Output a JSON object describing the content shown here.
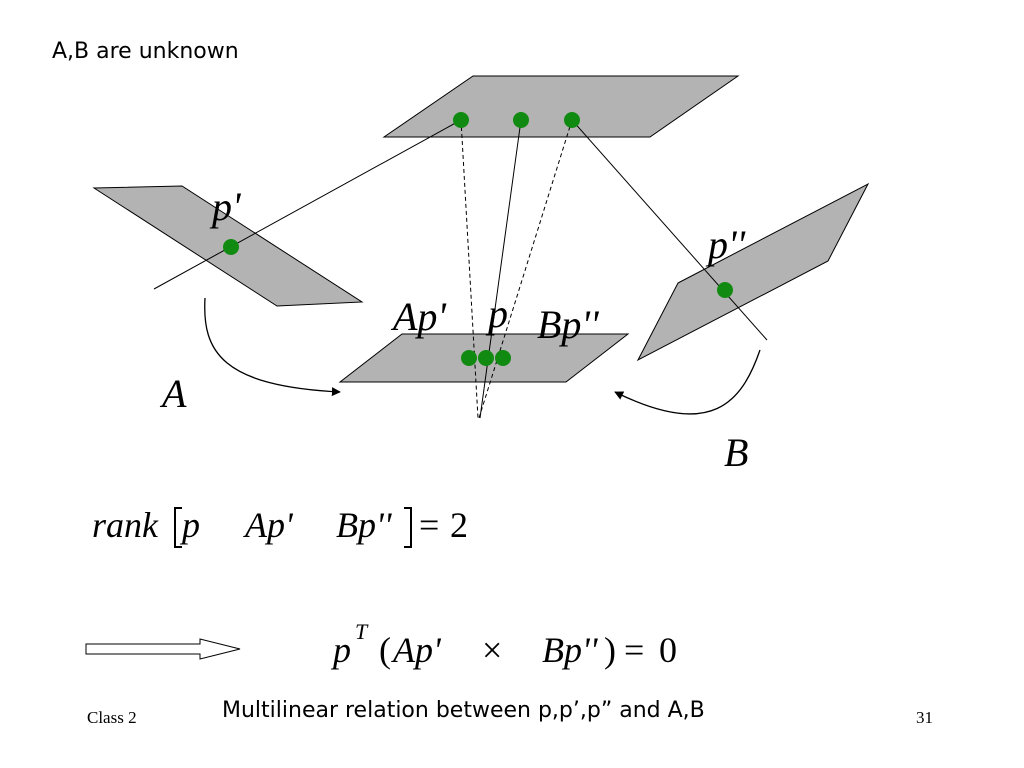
{
  "slide": {
    "heading": "A,B are unknown",
    "caption": "Multilinear relation between p,p’,p” and A,B",
    "footer_left": "Class 2",
    "page_number": "31"
  },
  "diagram": {
    "labels": {
      "p_prime": "p'",
      "p_double_prime": "p''",
      "Ap_prime": "Ap'",
      "p": "p",
      "Bp_double_prime": "Bp''",
      "A": "A",
      "B": "B"
    },
    "plane_color": "#b3b3b3",
    "point_color": "#118a11"
  },
  "equations": {
    "rank": {
      "fn": "rank",
      "entries": [
        "p",
        "Ap'",
        "Bp''"
      ],
      "equals": "=",
      "rhs": "2"
    },
    "triple": {
      "base": "p",
      "sup": "T",
      "open": "(",
      "term1": "Ap'",
      "op": "×",
      "term2": "Bp''",
      "close": ")",
      "equals": "=",
      "rhs": "0"
    }
  }
}
